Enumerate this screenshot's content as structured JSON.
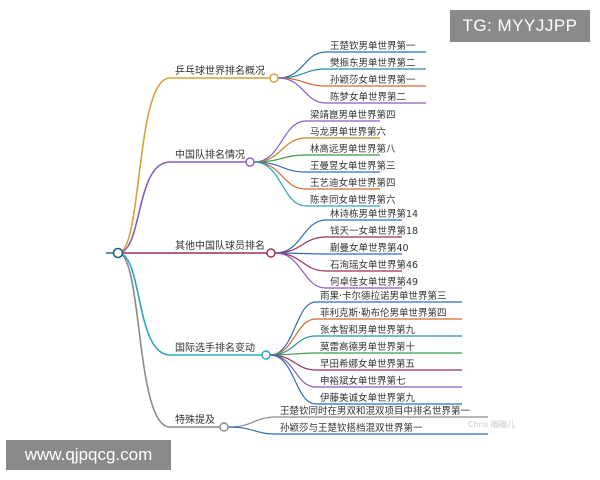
{
  "colors": {
    "branch0": "#d4a23a",
    "branch1": "#8c5bbf",
    "branch2": "#9b2f52",
    "branch3": "#2aa3c7",
    "branch4": "#8a8a8a"
  },
  "mindmap": {
    "branches": [
      {
        "label": "乒乓球世界排名概况",
        "leaves": [
          {
            "text": "王楚钦男单世界第一",
            "color": "#2f6fb6"
          },
          {
            "text": "樊振东男单世界第二",
            "color": "#2a8f9e"
          },
          {
            "text": "孙颖莎女单世界第一",
            "color": "#d26a2a"
          },
          {
            "text": "陈梦女单世界第二",
            "color": "#8c5bbf"
          }
        ]
      },
      {
        "label": "中国队排名情况",
        "leaves": [
          {
            "text": "梁靖崑男单世界第四",
            "color": "#8c5bbf"
          },
          {
            "text": "马龙男单世界第六",
            "color": "#c0842a"
          },
          {
            "text": "林高远男单世界第八",
            "color": "#3a9a4a"
          },
          {
            "text": "王曼昱女单世界第三",
            "color": "#2f6fb6"
          },
          {
            "text": "王艺迪女单世界第四",
            "color": "#d26a2a"
          },
          {
            "text": "陈幸同女单世界第六",
            "color": "#2aa3c7"
          }
        ]
      },
      {
        "label": "其他中国队球员排名",
        "leaves": [
          {
            "text": "林诗栋男单世界第14",
            "color": "#2f6fb6"
          },
          {
            "text": "钱天一女单世界第18",
            "color": "#9b2f52"
          },
          {
            "text": "蒯曼女单世界第40",
            "color": "#2f6fb6"
          },
          {
            "text": "石洵瑶女单世界第46",
            "color": "#9b2f52"
          },
          {
            "text": "何卓佳女单世界第49",
            "color": "#8c5bbf"
          }
        ]
      },
      {
        "label": "国际选手排名变动",
        "leaves": [
          {
            "text": "雨果·卡尔德拉诺男单世界第三",
            "color": "#2f6fb6"
          },
          {
            "text": "菲利克斯·勒布伦男单世界第四",
            "color": "#d26a2a"
          },
          {
            "text": "张本智和男单世界第九",
            "color": "#2a8f9e"
          },
          {
            "text": "莫雷高德男单世界第十",
            "color": "#3a9a4a"
          },
          {
            "text": "早田希娜女单世界第五",
            "color": "#9b2f52"
          },
          {
            "text": "申裕斌女单世界第七",
            "color": "#8c5bbf"
          },
          {
            "text": "伊藤美诚女单世界第九",
            "color": "#2f6fb6"
          }
        ]
      },
      {
        "label": "特殊提及",
        "leaves": [
          {
            "text": "王楚钦同时在男双和混双项目中排名世界第一",
            "color": "#8a8a8a"
          },
          {
            "text": "孙颖莎与王楚钦搭档混双世界第一",
            "color": "#2f6fb6"
          }
        ]
      }
    ]
  },
  "overlays": {
    "tg_label": "TG: MYYJJPP",
    "site_label": "www.qjpqcg.com",
    "faint_watermark": "Chris 瞄瞄儿"
  }
}
